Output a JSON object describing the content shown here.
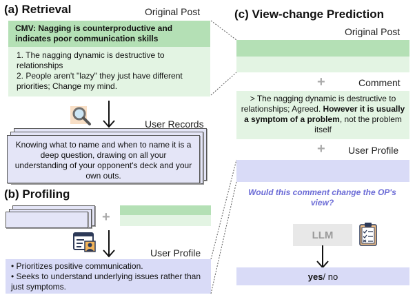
{
  "retrieval": {
    "title": "(a) Retrieval",
    "original_post_label": "Original Post",
    "post_title": "CMV: Nagging is counterproductive and indicates poor communication skills",
    "post_points": [
      "1. The nagging dynamic is destructive to relationships",
      "2. People aren't \"lazy\" they just have different priorities; Change my mind."
    ],
    "user_records_label": "User Records",
    "user_record_text": "Knowing what to name and when to name it is a deep question, drawing on all your understanding of your opponent's deck and your own outs.",
    "icon": "magnifier-icon"
  },
  "profiling": {
    "title": "(b) Profiling",
    "plus": "+",
    "user_profile_label": "User Profile",
    "profile_points": [
      "• Prioritizes positive communication.",
      "• Seeks to understand underlying issues rather than just symptoms."
    ],
    "icon": "profile-card-icon"
  },
  "prediction": {
    "title": "(c) View-change Prediction",
    "original_post_label": "Original Post",
    "plus1": "+",
    "comment_label": "Comment",
    "comment_prefix": "> The nagging dynamic is destructive to relationships; Agreed. ",
    "comment_bold": "However it is usually a symptom of a problem",
    "comment_suffix": ", not the problem itself",
    "plus2": "+",
    "user_profile_label": "User Profile",
    "question": "Would this comment change the OP's view?",
    "llm_label": "LLM",
    "answer_yes": "yes",
    "answer_rest": " / no",
    "icon": "clipboard-icon"
  },
  "colors": {
    "green_dark": "#b4e0b5",
    "green_light": "#e3f4e3",
    "purple": "#d9dbf7",
    "question": "#6b6bd6"
  }
}
